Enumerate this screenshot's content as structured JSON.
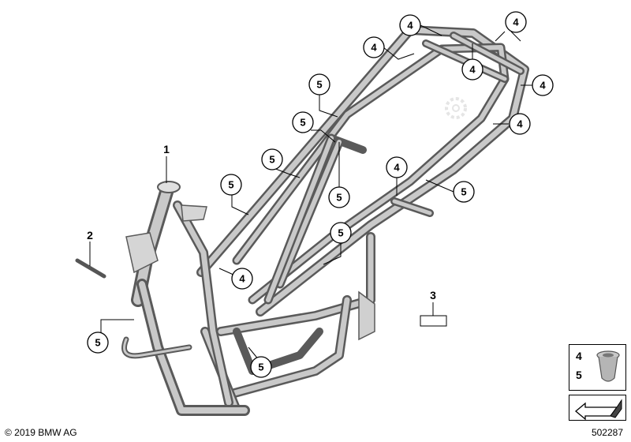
{
  "callouts": {
    "c1": "1",
    "c2": "2",
    "c3": "3",
    "c4": "4",
    "c5": "5"
  },
  "legend": {
    "items": [
      "4",
      "5"
    ]
  },
  "footer": {
    "copyright": "© 2019 BMW AG",
    "diagram_number": "502287"
  },
  "colors": {
    "frame_stroke": "#5a5a5a",
    "frame_highlight": "#c9c9c9",
    "callout_border": "#000000"
  },
  "icons": [
    "gear-watermark-icon",
    "arrow-icon",
    "grommet-icon"
  ]
}
